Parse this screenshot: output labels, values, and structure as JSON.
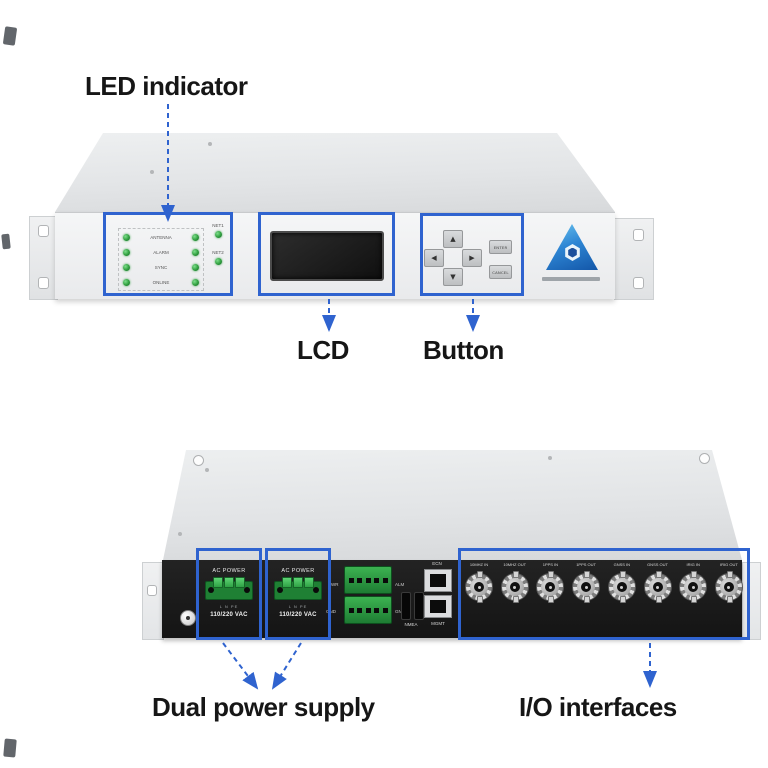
{
  "front_view": {
    "annotations": {
      "led": "LED indicator",
      "lcd": "LCD",
      "button": "Button"
    },
    "led_panel": {
      "rows": [
        {
          "label": "ANTENNA"
        },
        {
          "label": "ALARM"
        },
        {
          "label": "SYNC"
        },
        {
          "label": "ONLINE"
        }
      ],
      "net_leds": [
        {
          "label": "NET1"
        },
        {
          "label": "NET2"
        }
      ]
    },
    "keypad": {
      "up": "▲",
      "down": "▼",
      "left": "◀",
      "right": "▶",
      "enter": "ENTER",
      "cancel": "CANCEL"
    }
  },
  "rear_view": {
    "annotations": {
      "power": "Dual power supply",
      "io": "I/O interfaces"
    },
    "power_sections": [
      {
        "title": "AC POWER",
        "pins": "L N PE",
        "voltage": "110/220 VAC"
      },
      {
        "title": "AC POWER",
        "pins": "L N PE",
        "voltage": "110/220 VAC"
      }
    ],
    "terminal_block": {
      "top_left": "PWR",
      "top_right": "ALM",
      "bottom_left": "GND",
      "bottom_right": "GND"
    },
    "serial_port_label": "NMEA",
    "ethernet": {
      "top": "ECN",
      "bottom": "MGMT"
    },
    "bnc_ports": [
      "10MHZ IN",
      "10MHZ OUT",
      "1PPS IN",
      "1PPS OUT",
      "GNSS IN",
      "GNSS OUT",
      "IRIG IN",
      "IRIG OUT"
    ]
  },
  "colors": {
    "annotation_blue": "#2f63cf",
    "led_green": "#2f9e3e",
    "connector_green": "#2fa043"
  }
}
